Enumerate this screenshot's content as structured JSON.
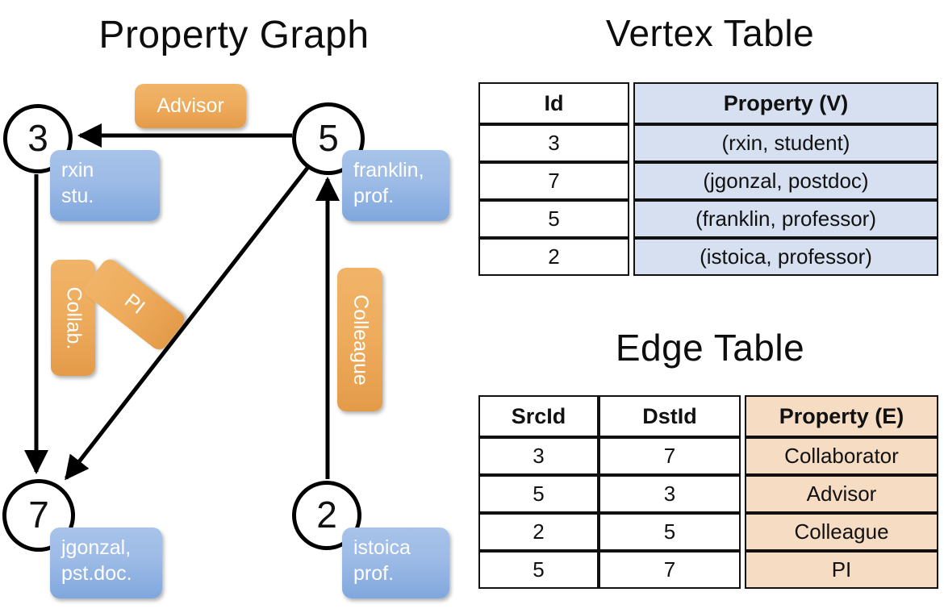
{
  "titles": {
    "property_graph": "Property Graph",
    "vertex_table": "Vertex Table",
    "edge_table": "Edge Table"
  },
  "colors": {
    "vertex_property_fill": "#D6E0F0",
    "edge_property_fill": "#F5DCC3",
    "blue_box": "#9DBBE6",
    "orange_box": "#EEAB5C",
    "stroke": "#000000"
  },
  "graph": {
    "vertices": [
      {
        "id": "3",
        "property_lines": [
          "rxin",
          "stu."
        ]
      },
      {
        "id": "5",
        "property_lines": [
          "franklin,",
          "prof."
        ]
      },
      {
        "id": "7",
        "property_lines": [
          "jgonzal,",
          "pst.doc."
        ]
      },
      {
        "id": "2",
        "property_lines": [
          "istoica",
          "prof."
        ]
      }
    ],
    "edge_labels": [
      {
        "name": "advisor",
        "text": "Advisor",
        "orientation": "horizontal"
      },
      {
        "name": "collab",
        "text": "Collab.",
        "orientation": "vertical"
      },
      {
        "name": "pi",
        "text": "PI",
        "orientation": "rotated"
      },
      {
        "name": "colleague",
        "text": "Colleague",
        "orientation": "vertical"
      }
    ]
  },
  "vertex_table": {
    "headers": [
      "Id",
      "Property (V)"
    ],
    "rows": [
      {
        "id": "3",
        "property": "(rxin, student)"
      },
      {
        "id": "7",
        "property": "(jgonzal, postdoc)"
      },
      {
        "id": "5",
        "property": "(franklin, professor)"
      },
      {
        "id": "2",
        "property": "(istoica, professor)"
      }
    ]
  },
  "edge_table": {
    "headers": [
      "SrcId",
      "DstId",
      "Property (E)"
    ],
    "rows": [
      {
        "src": "3",
        "dst": "7",
        "property": "Collaborator"
      },
      {
        "src": "5",
        "dst": "3",
        "property": "Advisor"
      },
      {
        "src": "2",
        "dst": "5",
        "property": "Colleague"
      },
      {
        "src": "5",
        "dst": "7",
        "property": "PI"
      }
    ]
  }
}
